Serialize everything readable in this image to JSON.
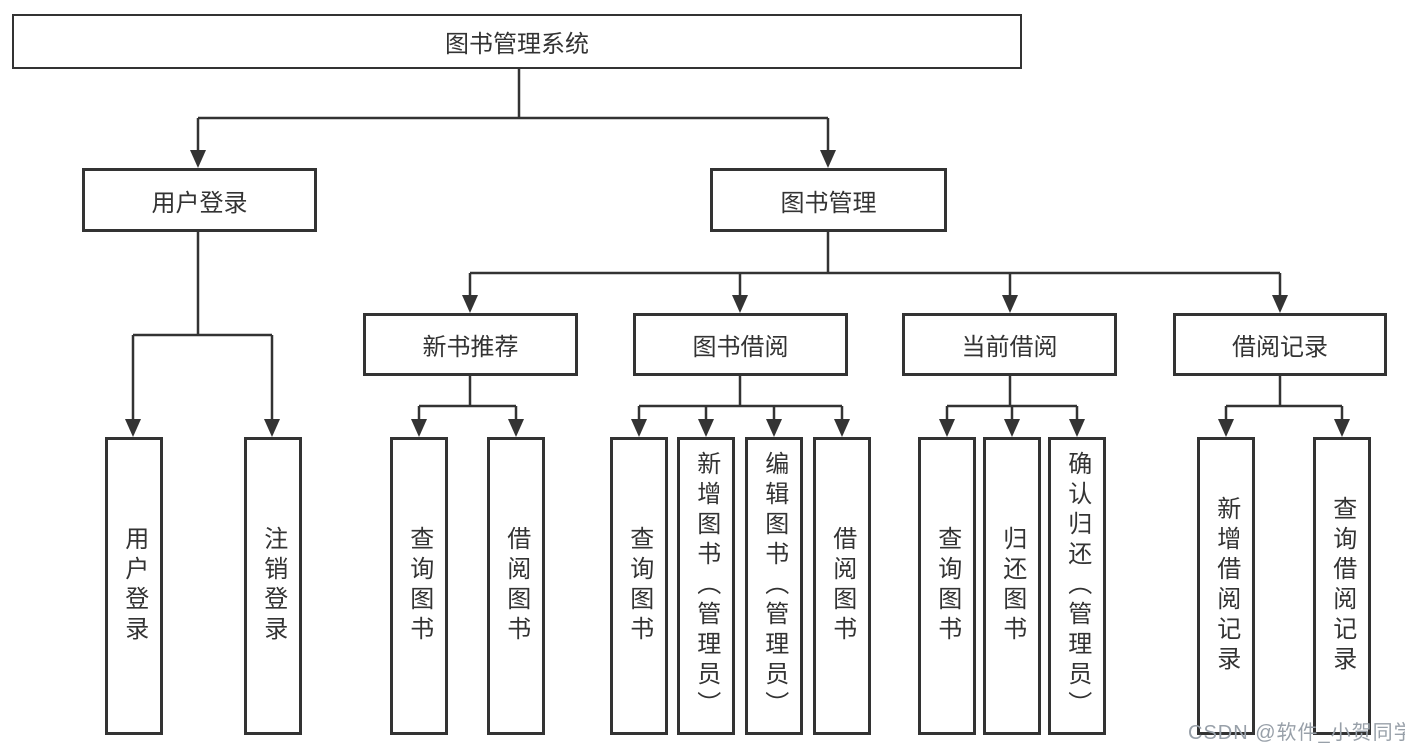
{
  "tree": {
    "label": "图书管理系统",
    "children": [
      {
        "label": "用户登录",
        "children": [
          {
            "label": "用户登录"
          },
          {
            "label": "注销登录"
          }
        ]
      },
      {
        "label": "图书管理",
        "children": [
          {
            "label": "新书推荐",
            "children": [
              {
                "label": "查询图书"
              },
              {
                "label": "借阅图书"
              }
            ]
          },
          {
            "label": "图书借阅",
            "children": [
              {
                "label": "查询图书"
              },
              {
                "label": "新增图书（管理员）"
              },
              {
                "label": "编辑图书（管理员）"
              },
              {
                "label": "借阅图书"
              }
            ]
          },
          {
            "label": "当前借阅",
            "children": [
              {
                "label": "查询图书"
              },
              {
                "label": "归还图书"
              },
              {
                "label": "确认归还（管理员）"
              }
            ]
          },
          {
            "label": "借阅记录",
            "children": [
              {
                "label": "新增借阅记录"
              },
              {
                "label": "查询借阅记录"
              }
            ]
          }
        ]
      }
    ]
  },
  "watermark": {
    "text": "CSDN @软件_小贺同学"
  },
  "colors": {
    "line": "#333333",
    "text": "#333333",
    "background": "#ffffff",
    "watermark": "#98a0a9"
  }
}
